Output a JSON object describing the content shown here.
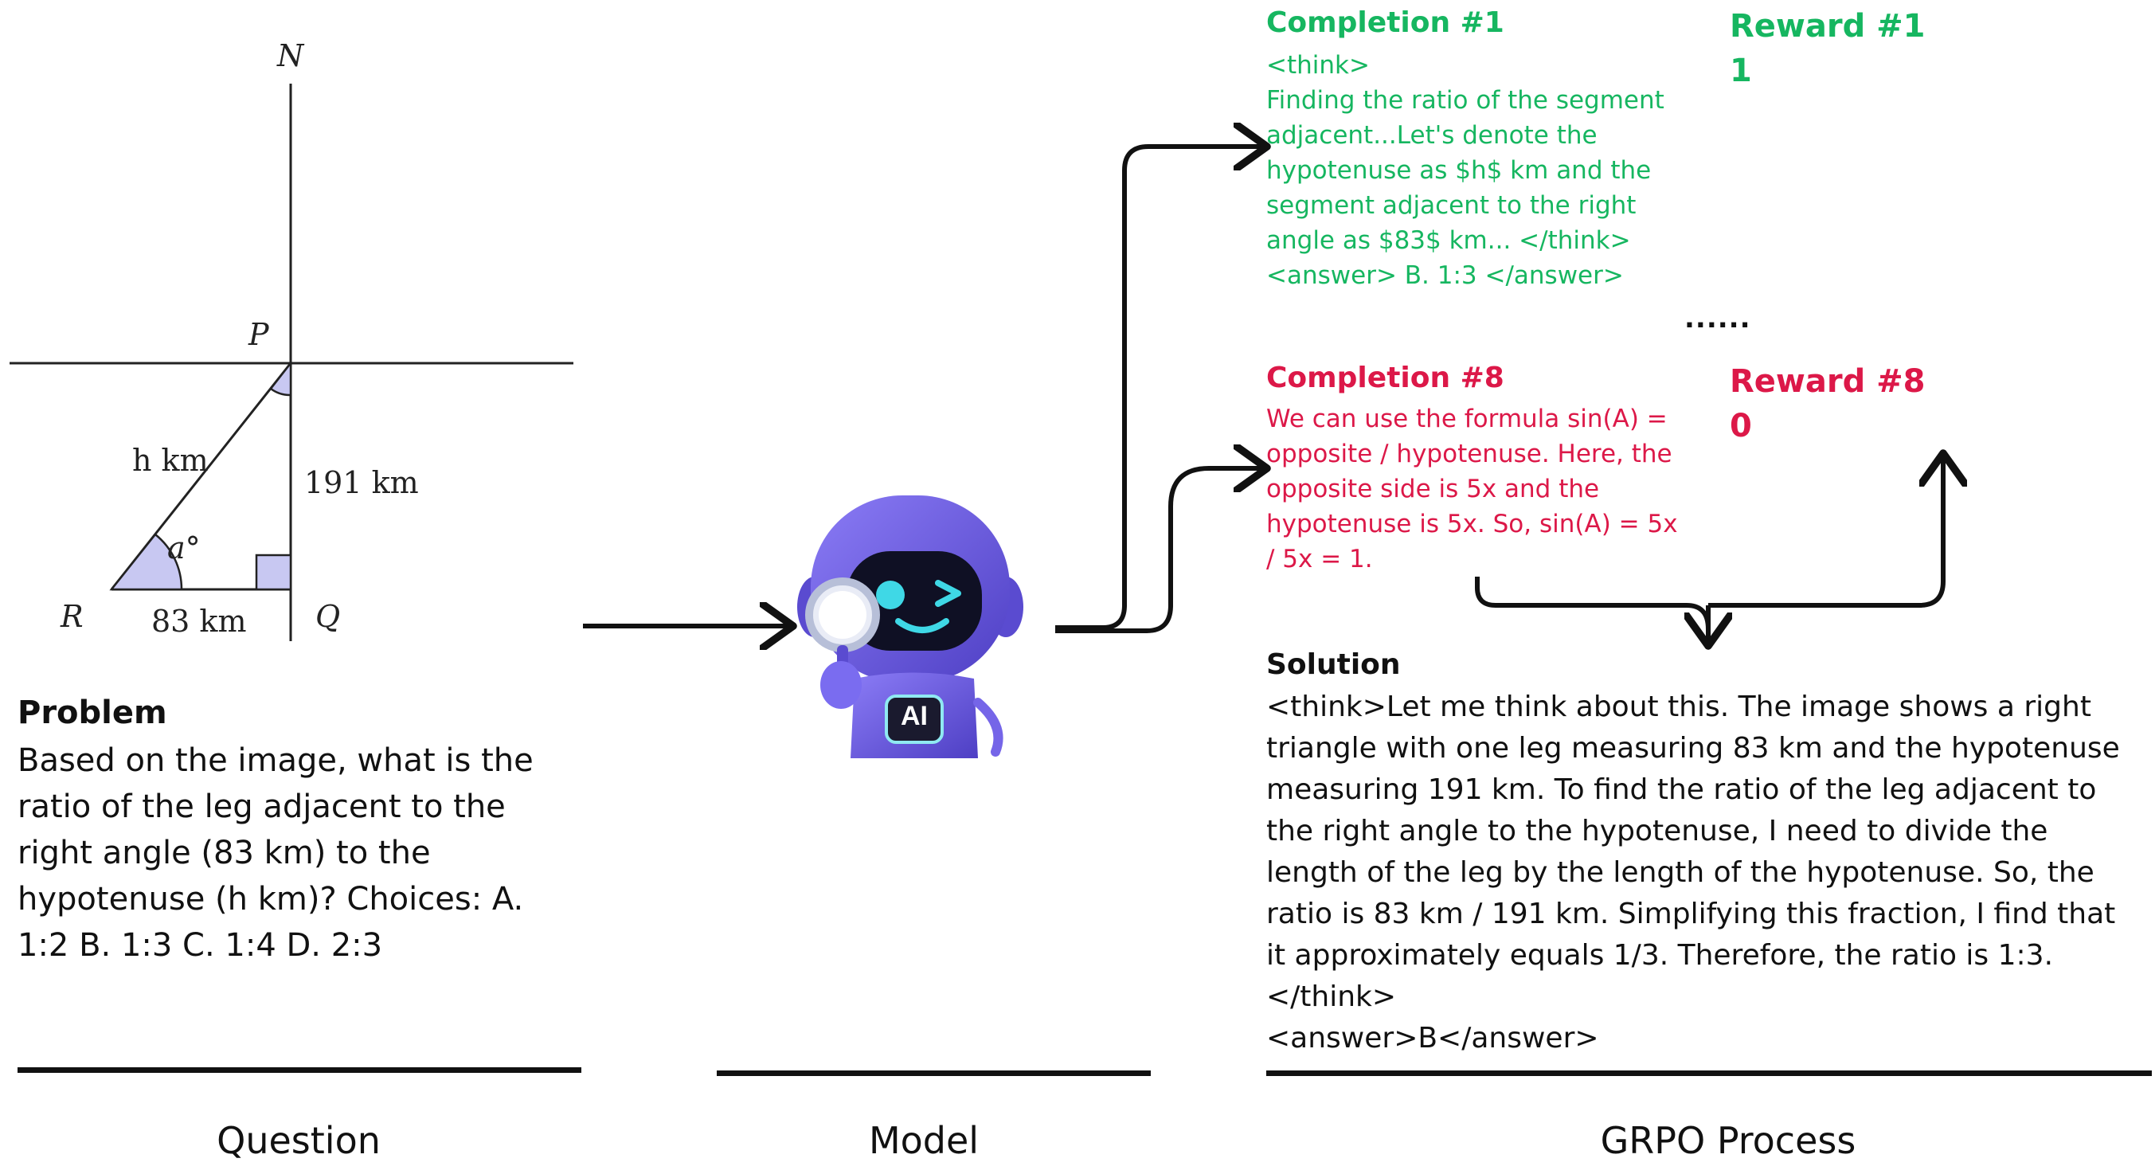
{
  "diagram": {
    "labels": {
      "n": "N",
      "p": "P",
      "r": "R",
      "q": "Q",
      "hyp": "h km",
      "angle": "a°",
      "vertical_leg": "191 km",
      "horizontal_leg": "83 km"
    }
  },
  "problem": {
    "title": "Problem",
    "text": "Based on the image, what is the ratio of the leg adjacent to the right angle (83 km) to the hypotenuse (h km)? Choices: A. 1:2 B. 1:3 C. 1:4 D. 2:3"
  },
  "model": {
    "robot_badge": "AI",
    "icon": "robot-with-magnifier-icon"
  },
  "completions": [
    {
      "title": "Completion #1",
      "text": "<think>\nFinding the ratio of the segment adjacent...Let's denote the hypotenuse as $h$ km and the segment adjacent to the right angle as $83$ km... </think>\n<answer> B. 1:3 </answer>",
      "reward_title": "Reward #1",
      "reward_value": "1"
    },
    {
      "title": "Completion #8",
      "text": "We can use the formula sin(A) = opposite / hypotenuse. Here, the opposite side is 5x and the hypotenuse is 5x. So, sin(A) = 5x / 5x = 1.",
      "reward_title": "Reward #8",
      "reward_value": "0"
    }
  ],
  "ellipsis": "......",
  "solution": {
    "title": "Solution",
    "text": "<think>Let me think about this. The image shows a right triangle with one leg measuring 83 km and the hypotenuse measuring 191 km. To find the ratio of the leg adjacent to the right angle to the hypotenuse, I need to divide the length of the leg by the length of the hypotenuse. So, the ratio is 83 km / 191 km. Simplifying this fraction, I find that it approximately equals 1/3. Therefore, the ratio is 1:3.</think>\n<answer>B</answer>"
  },
  "sections": {
    "question": "Question",
    "model": "Model",
    "grpo": "GRPO Process"
  },
  "colors": {
    "correct": "#16b660",
    "incorrect": "#dc1848",
    "robot": "#6a5ae0"
  }
}
